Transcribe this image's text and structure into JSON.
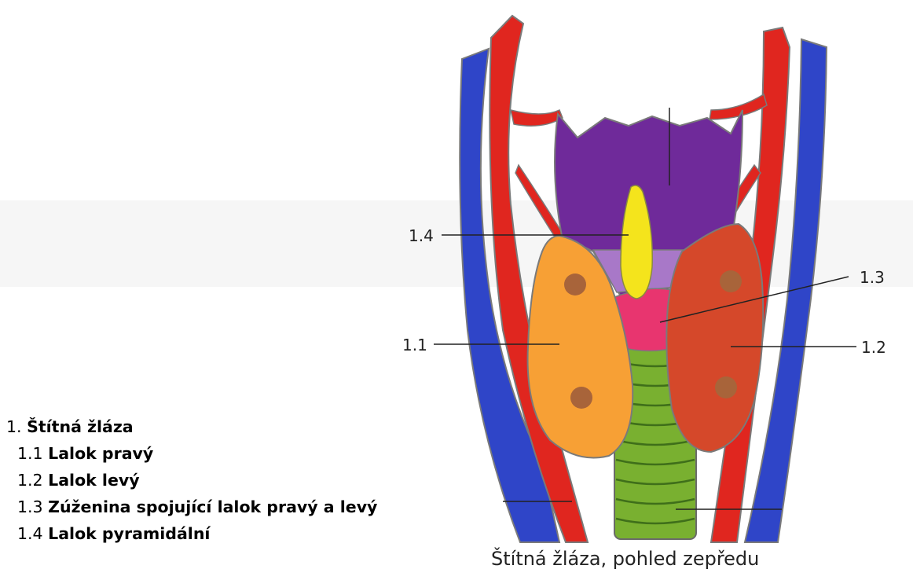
{
  "legend": {
    "main": {
      "number": "1.",
      "text": "Štítná žláza"
    },
    "items": [
      {
        "number": "1.1",
        "text": "Lalok pravý"
      },
      {
        "number": "1.2",
        "text": "Lalok levý"
      },
      {
        "number": "1.3",
        "text": "Zúženina spojující lalok pravý a levý"
      },
      {
        "number": "1.4",
        "text": "Lalok pyramidální"
      }
    ]
  },
  "diagram_labels": {
    "l11": "1.1",
    "l12": "1.2",
    "l13": "1.3",
    "l14": "1.4"
  },
  "caption": "Štítná žláza, pohled zepředu",
  "colors": {
    "vein": "#2f45c8",
    "artery": "#e0261f",
    "larynx": "#6f2a9a",
    "larynx_light": "#a878c8",
    "pyramidal_lobe": "#f4e41c",
    "right_lobe": "#f7a035",
    "left_lobe": "#d5482a",
    "isthmus": "#e8356f",
    "trachea": "#79b030",
    "nodule": "#a8643a",
    "outline": "#7a7a7a"
  }
}
